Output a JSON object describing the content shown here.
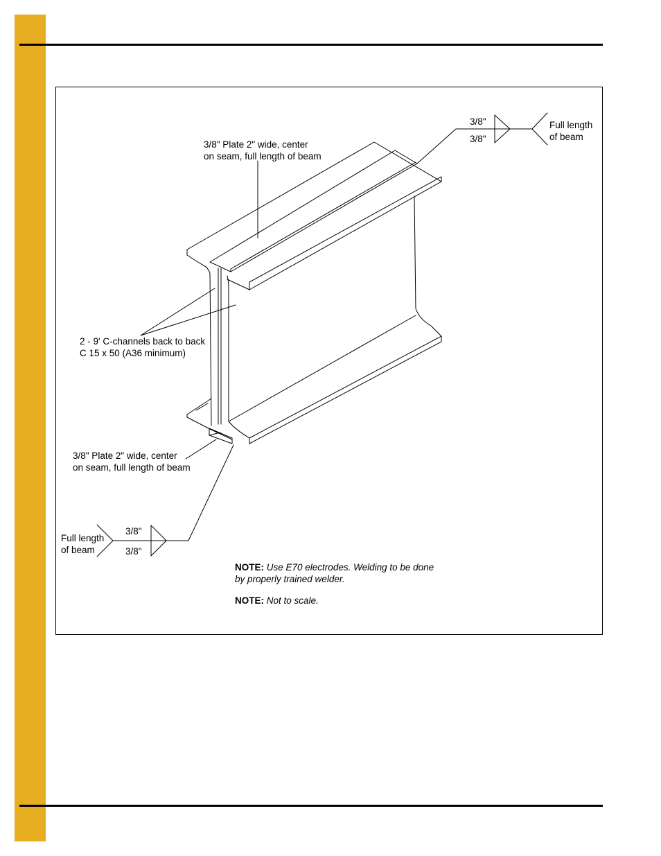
{
  "labels": {
    "top_plate_line1": "3/8\" Plate 2\" wide, center",
    "top_plate_line2": "on seam, full length of beam",
    "channels_line1": "2 - 9' C-channels back to back",
    "channels_line2": "C 15 x 50 (A36 minimum)",
    "bottom_plate_line1": "3/8\" Plate 2\" wide, center",
    "bottom_plate_line2": "on seam, full length of beam"
  },
  "weld_top": {
    "size_above": "3/8\"",
    "size_below": "3/8\"",
    "tail_line1": "Full length",
    "tail_line2": "of beam"
  },
  "weld_bottom": {
    "size_above": "3/8\"",
    "size_below": "3/8\"",
    "tail_line1": "Full length",
    "tail_line2": "of beam"
  },
  "notes": {
    "note1_prefix": "NOTE:",
    "note1_line1": "Use E70 electrodes. Welding to be done",
    "note1_line2": "by properly trained welder.",
    "note2_prefix": "NOTE:",
    "note2_text": "Not to scale."
  },
  "colors": {
    "accent_bar": "#E8AE22"
  }
}
